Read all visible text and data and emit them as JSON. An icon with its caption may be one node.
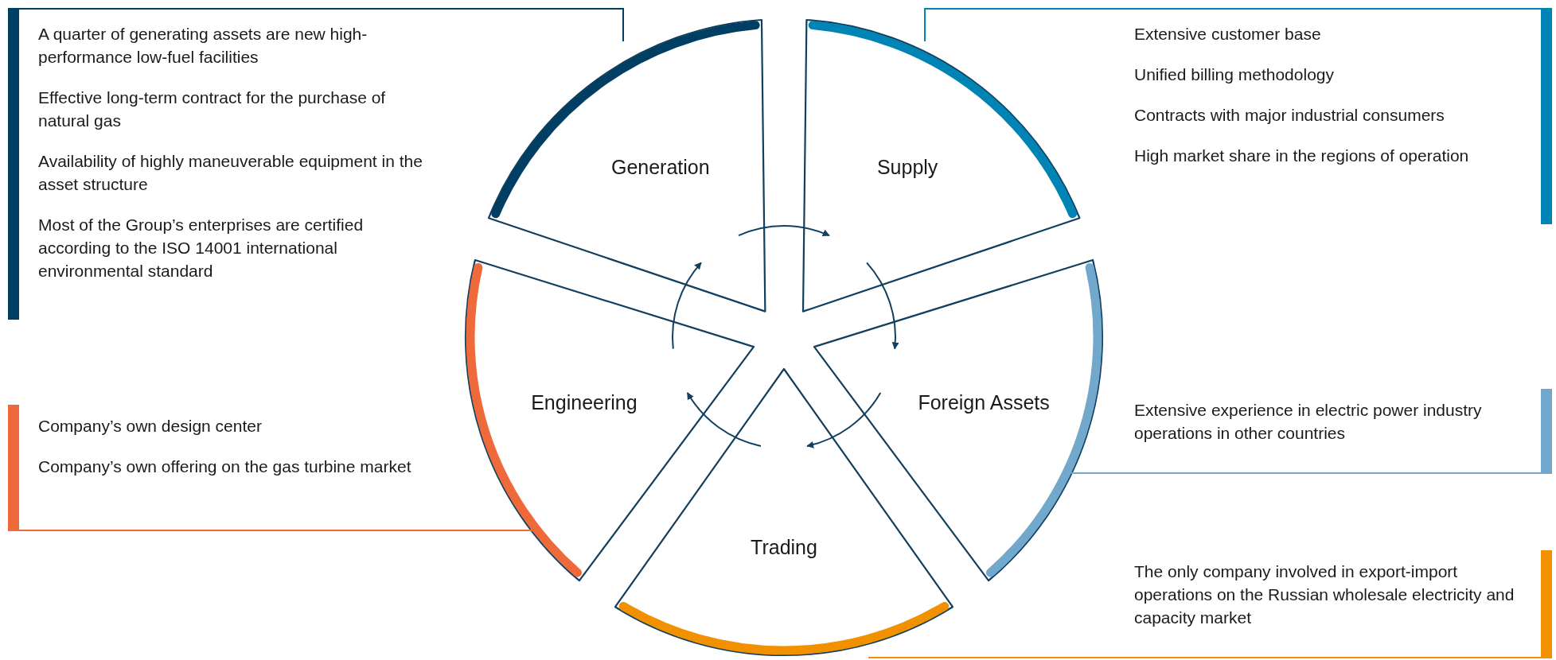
{
  "diagram": {
    "nodes": [
      {
        "text": [
          "A quarter of generating assets are new high-performance low-fuel facilities",
          "Effective long-term contract for the purchase of natural gas",
          "Availability of highly maneuverable equipment in the asset structure",
          "Most of the Group’s enterprises are certified according to the ISO 14001 international environmental standard"
        ]
      },
      {
        "text": [
          "Generation"
        ]
      },
      {
        "text": [
          "Supply"
        ]
      },
      {
        "text": [
          "Extensive customer base",
          "Unified billing methodology",
          "Contracts with major industrial consumers",
          "High market share in the regions of operation"
        ]
      },
      {
        "text": [
          "Company’s own design center",
          "Company’s own offering on the gas turbine market"
        ]
      },
      {
        "text": [
          "Engineering"
        ]
      },
      {
        "text": [
          "Foreign Assets"
        ]
      },
      {
        "text": [
          "Extensive experience in electric power industry operations in other countries"
        ]
      },
      {
        "text": [
          "Trading"
        ]
      },
      {
        "text": [
          "The only company involved in export-import operations on the Russian wholesale electricity and capacity market"
        ]
      }
    ],
    "edges": [
      {
        "from": 1,
        "to": 2,
        "arrow": "to"
      },
      {
        "from": 2,
        "to": 6,
        "arrow": "to"
      },
      {
        "from": 6,
        "to": 8,
        "arrow": "to"
      },
      {
        "from": 8,
        "to": 5,
        "arrow": "to"
      },
      {
        "from": 5,
        "to": 1,
        "arrow": "to"
      },
      {
        "from": 0,
        "to": 1,
        "arrow": "none",
        "color": "#003f63"
      },
      {
        "from": 3,
        "to": 2,
        "arrow": "none",
        "color": "#0083b5"
      },
      {
        "from": 4,
        "to": 5,
        "arrow": "none",
        "color": "#ee6a3a"
      },
      {
        "from": 7,
        "to": 6,
        "arrow": "none",
        "color": "#72a8cc"
      },
      {
        "from": 9,
        "to": 8,
        "arrow": "none",
        "color": "#f29100"
      }
    ]
  }
}
